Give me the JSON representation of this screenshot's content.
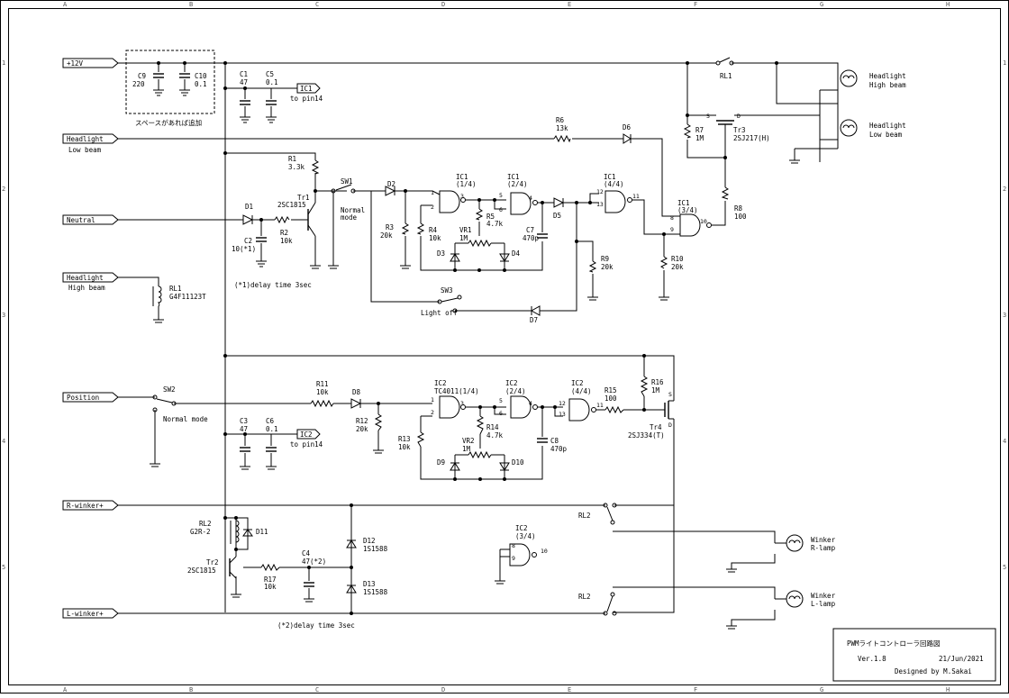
{
  "grid": {
    "cols": [
      "A",
      "B",
      "C",
      "D",
      "E",
      "F",
      "G",
      "H"
    ],
    "rows": [
      "1",
      "2",
      "3",
      "4",
      "5"
    ]
  },
  "ports": {
    "v12": "+12V",
    "hl_low": "Headlight",
    "hl_low_sub": "Low beam",
    "neutral": "Neutral",
    "hl_high": "Headlight",
    "hl_high_sub": "High beam",
    "position": "Position",
    "rwinker": "R-winker+",
    "lwinker": "L-winker+",
    "ic1_pin14": "IC1",
    "ic1_pin14_sub": "to pin14",
    "ic2_pin14": "IC2",
    "ic2_pin14_sub": "to pin14"
  },
  "parts": {
    "c9": "C9",
    "c9v": "220",
    "c10": "C10",
    "c10v": "0.1",
    "spare_note": "スペースがあれば追加",
    "c1": "C1",
    "c1v": "47",
    "c5": "C5",
    "c5v": "0.1",
    "rl1top": "RL1",
    "r6": "R6",
    "r6v": "13k",
    "d6": "D6",
    "r7": "R7",
    "r7v": "1M",
    "tr3": "Tr3",
    "tr3v": "2SJ217(H)",
    "r8": "R8",
    "r8v": "100",
    "r1": "R1",
    "r1v": "3.3k",
    "tr1": "Tr1",
    "tr1v": "2SC1815",
    "d1": "D1",
    "r2": "R2",
    "r2v": "10k",
    "c2": "C2",
    "c2v": "10(*1)",
    "sw1": "SW1",
    "sw1_mode": "Normal",
    "sw1_mode2": "mode",
    "d2": "D2",
    "ic1a": "IC1",
    "ic1a_u": "(1/4)",
    "ic1b": "IC1",
    "ic1b_u": "(2/4)",
    "ic1c": "IC1",
    "ic1c_u": "(3/4)",
    "ic1d": "IC1",
    "ic1d_u": "(4/4)",
    "r3": "R3",
    "r3v": "20k",
    "r4": "R4",
    "r4v": "10k",
    "r5": "R5",
    "r5v": "4.7k",
    "vr1": "VR1",
    "vr1v": "1M",
    "c7": "C7",
    "c7v": "470p",
    "d3": "D3",
    "d4": "D4",
    "d5": "D5",
    "r9": "R9",
    "r9v": "20k",
    "r10": "R10",
    "r10v": "20k",
    "rl1": "RL1",
    "rl1v": "G4F11123T",
    "delay1": "(*1)delay time 3sec",
    "sw3": "SW3",
    "sw3_mode": "Light off",
    "d7": "D7",
    "sw2": "SW2",
    "sw2_mode": "Normal mode",
    "r11": "R11",
    "r11v": "10k",
    "d8": "D8",
    "ic2a": "IC2",
    "ic2a_u": "TC4011(1/4)",
    "ic2b": "IC2",
    "ic2b_u": "(2/4)",
    "ic2c": "IC2",
    "ic2c_u": "(3/4)",
    "ic2d": "IC2",
    "ic2d_u": "(4/4)",
    "r15": "R15",
    "r15v": "100",
    "r16": "R16",
    "r16v": "1M",
    "r12": "R12",
    "r12v": "20k",
    "r13": "R13",
    "r13v": "10k",
    "r14": "R14",
    "r14v": "4.7k",
    "vr2": "VR2",
    "vr2v": "1M",
    "c8": "C8",
    "c8v": "470p",
    "d9": "D9",
    "d10": "D10",
    "tr4": "Tr4",
    "tr4v": "2SJ334(T)",
    "c3": "C3",
    "c3v": "47",
    "c6": "C6",
    "c6v": "0.1",
    "rl2": "RL2",
    "rl2v": "G2R-2",
    "d11": "D11",
    "tr2": "Tr2",
    "tr2v": "2SC1815",
    "r17": "R17",
    "r17v": "10k",
    "c4": "C4",
    "c4v": "47(*2)",
    "d12": "D12",
    "d12v": "1S1588",
    "d13": "D13",
    "d13v": "1S1588",
    "delay2": "(*2)delay time 3sec",
    "rl2a": "RL2",
    "rl2b": "RL2"
  },
  "loads": {
    "hl_high": "Headlight",
    "hl_high_sub": "High beam",
    "hl_low": "Headlight",
    "hl_low_sub": "Low beam",
    "wr": "Winker",
    "wr_sub": "R-lamp",
    "wl": "Winker",
    "wl_sub": "L-lamp"
  },
  "title_block": {
    "title": "PWMライトコントローラ回路図",
    "version": "Ver.1.8",
    "date": "21/Jun/2021",
    "designer": "Designed by M.Sakai"
  }
}
